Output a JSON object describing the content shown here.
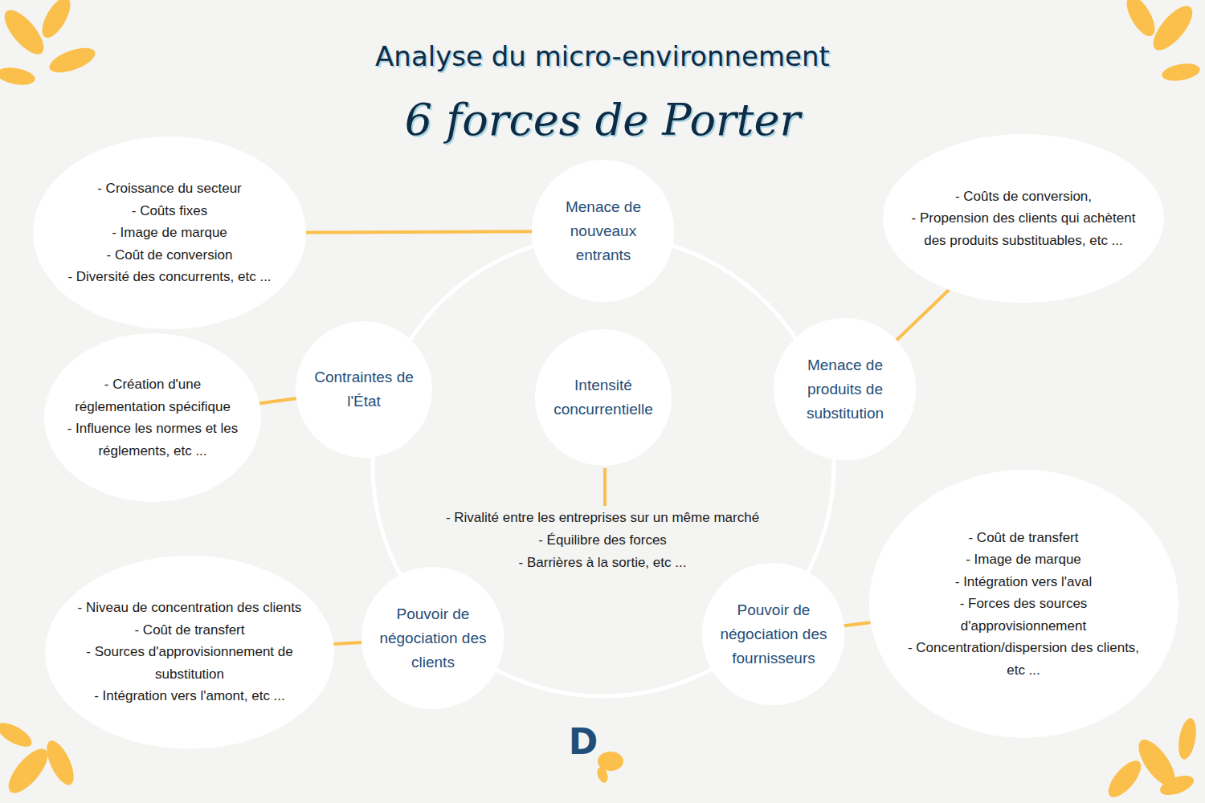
{
  "diagram": {
    "title": "Analyse du micro-environnement",
    "nodes": [
      {
        "text": [
          "- Croissance du secteur",
          "- Coûts fixes",
          "- Image de marque",
          "- Coût de conversion",
          "- Diversité des concurrents, etc ..."
        ]
      },
      {
        "text": [
          "Menace de nouveaux entrants"
        ]
      },
      {
        "text": [
          "- Coûts de conversion,",
          "- Propension des clients qui achètent des produits substituables, etc ..."
        ]
      },
      {
        "text": [
          "- Création d'une réglementation spécifique",
          "- Influence les normes et les réglements, etc ..."
        ]
      },
      {
        "text": [
          "Contraintes de l'État"
        ]
      },
      {
        "text": [
          "Intensité concurrentielle"
        ]
      },
      {
        "text": [
          "Menace de produits de substitution"
        ]
      },
      {
        "text": [
          "Pouvoir de négociation des clients"
        ]
      },
      {
        "text": [
          "Pouvoir de négociation des fournisseurs"
        ]
      },
      {
        "text": [
          "- Niveau de concentration des clients",
          "- Coût de transfert",
          "- Sources d'approvisionnement de substitution",
          "- Intégration vers l'amont, etc ..."
        ]
      },
      {
        "text": [
          "- Coût de transfert",
          "- Image de marque",
          "- Intégration vers l'aval",
          "- Forces des sources d'approvisionnement",
          "- Concentration/dispersion des clients, etc ..."
        ]
      }
    ],
    "edges": [
      {
        "from": 0,
        "to": 1,
        "arrow": "none"
      },
      {
        "from": 2,
        "to": 6,
        "arrow": "none"
      },
      {
        "from": 3,
        "to": 4,
        "arrow": "none"
      },
      {
        "from": 9,
        "to": 7,
        "arrow": "none"
      },
      {
        "from": 10,
        "to": 8,
        "arrow": "none"
      }
    ],
    "labels": [
      "6 forces de Porter",
      "- Rivalité entre les entreprises sur un même marché",
      "- Équilibre des forces",
      "- Barrières à la sortie, etc ...",
      "D"
    ]
  }
}
